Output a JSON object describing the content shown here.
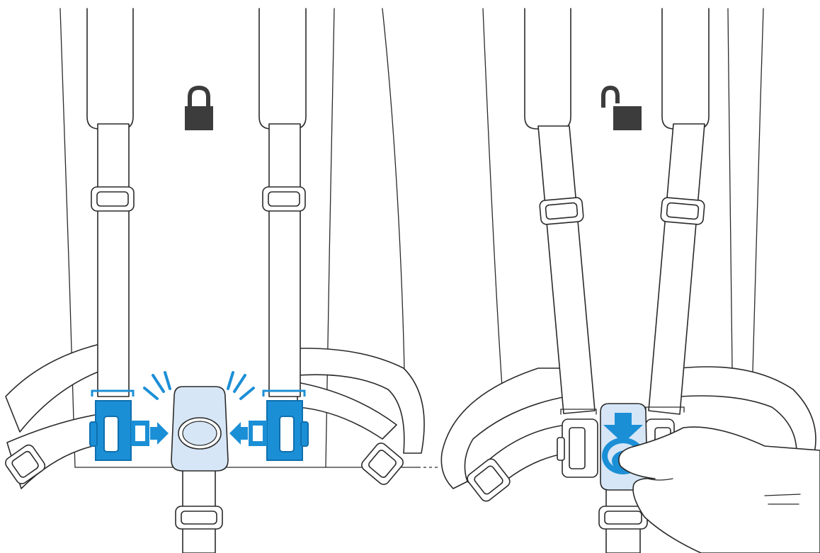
{
  "panels": [
    {
      "id": "locked",
      "state": "locked",
      "icon": "lock-closed-icon"
    },
    {
      "id": "unlocked",
      "state": "unlocked",
      "icon": "lock-open-icon"
    }
  ],
  "colors": {
    "line": "#2a2a2a",
    "accent_blue": "#1b8fd6",
    "buckle_fill": "#d6e6f6",
    "lock_icon": "#3c3c3c",
    "background": "#ffffff"
  }
}
